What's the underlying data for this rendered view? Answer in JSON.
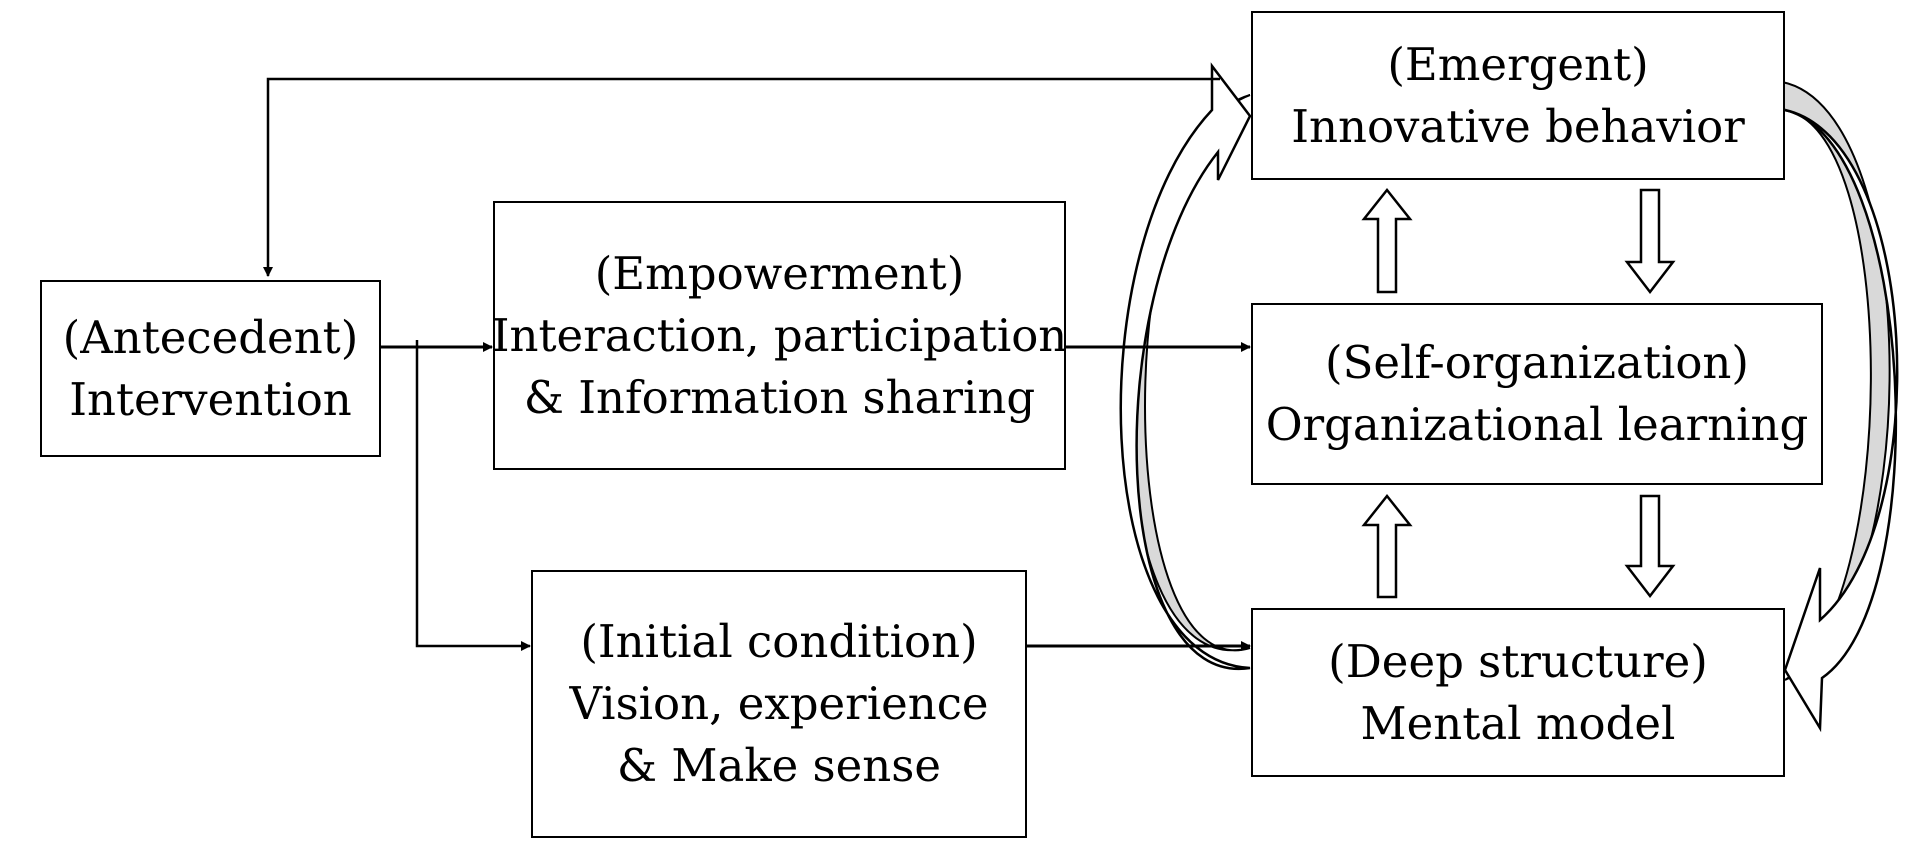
{
  "nodes": {
    "antecedent": {
      "tag": "(Antecedent)",
      "label": "Intervention"
    },
    "empowerment": {
      "tag": "(Empowerment)",
      "line1": "Interaction, participation",
      "line2": "& Information sharing"
    },
    "initial": {
      "tag": "(Initial condition)",
      "line1": "Vision, experience",
      "line2": "& Make sense"
    },
    "emergent": {
      "tag": "(Emergent)",
      "label": "Innovative behavior"
    },
    "selforg": {
      "tag": "(Self-organization)",
      "label": "Organizational learning"
    },
    "deep": {
      "tag": "(Deep structure)",
      "label": "Mental model"
    }
  },
  "colors": {
    "stroke": "#000000",
    "fill_gray": "#d9d9d9"
  }
}
